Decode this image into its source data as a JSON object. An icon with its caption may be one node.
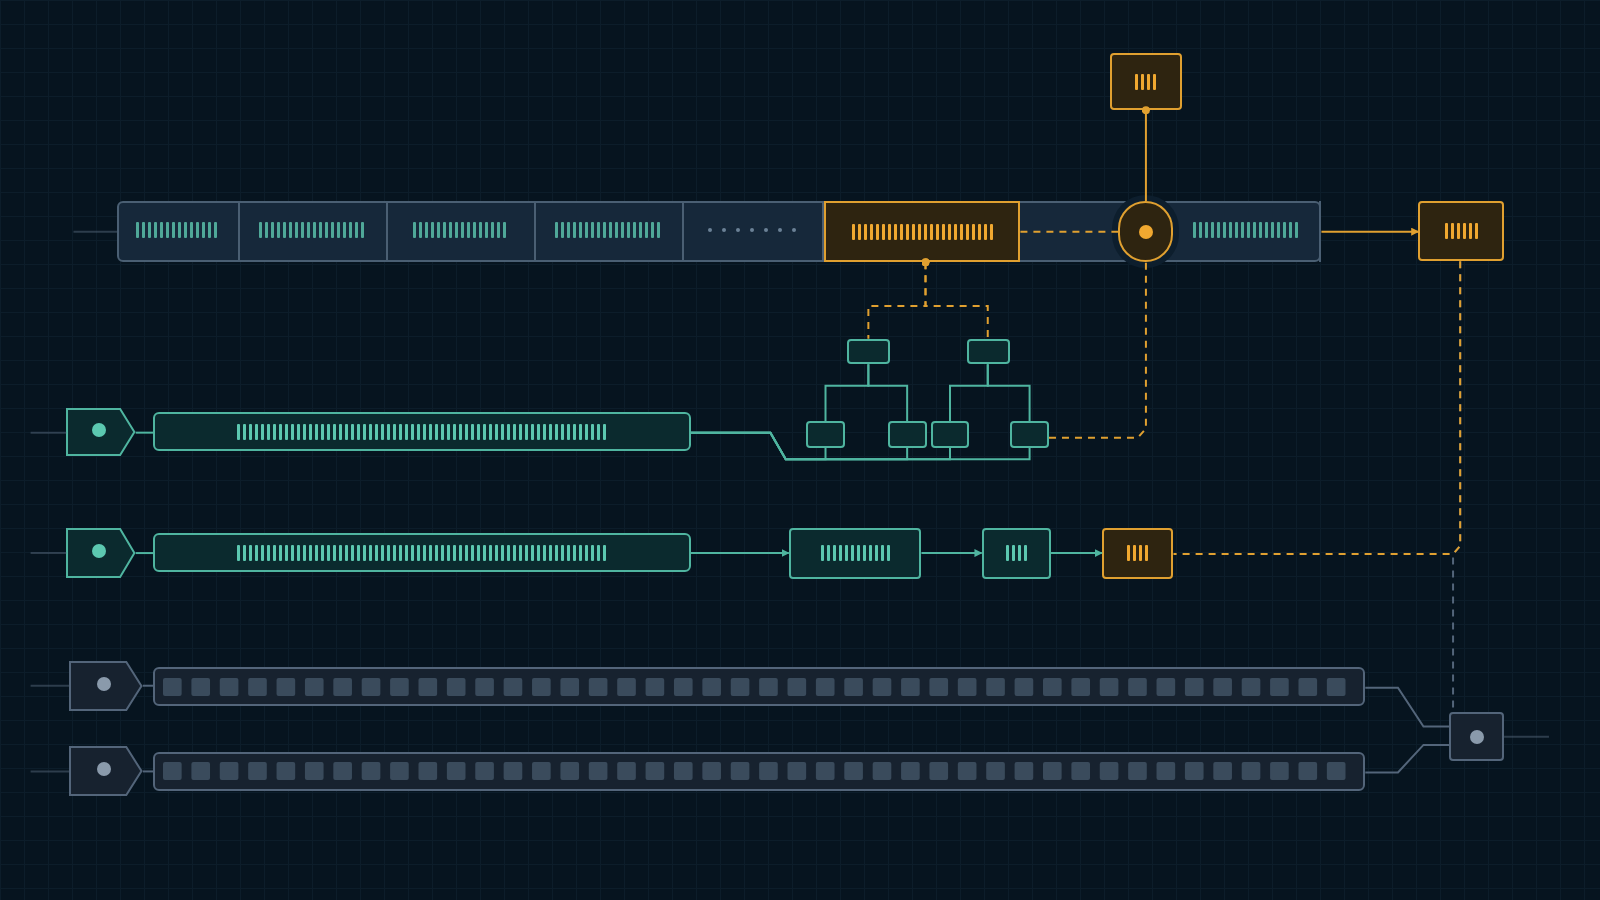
{
  "diagram": {
    "nodes": [
      {
        "text": [],
        "shape": "bar"
      },
      {
        "text": [],
        "shape": "box",
        "in": 0
      },
      {
        "text": [],
        "shape": "box",
        "in": 0
      },
      {
        "text": [],
        "shape": "box",
        "in": 0
      },
      {
        "text": [],
        "shape": "box",
        "in": 0
      },
      {
        "text": [],
        "shape": "box",
        "in": 0
      },
      {
        "text": [],
        "shape": "box",
        "in": 0
      },
      {
        "text": [],
        "shape": "box",
        "in": 0
      },
      {
        "text": [],
        "shape": "circle",
        "in": 0
      },
      {
        "text": [],
        "shape": "box"
      },
      {
        "text": [],
        "shape": "box"
      },
      {
        "text": [],
        "shape": "box"
      },
      {
        "text": [],
        "shape": "box"
      },
      {
        "text": [],
        "shape": "box"
      },
      {
        "text": [],
        "shape": "box"
      },
      {
        "text": [],
        "shape": "box"
      },
      {
        "text": [],
        "shape": "box"
      },
      {
        "text": [],
        "shape": "pentagon"
      },
      {
        "text": [],
        "shape": "bar"
      },
      {
        "text": [],
        "shape": "pentagon"
      },
      {
        "text": [],
        "shape": "bar"
      },
      {
        "text": [],
        "shape": "box"
      },
      {
        "text": [],
        "shape": "box"
      },
      {
        "text": [],
        "shape": "box"
      },
      {
        "text": [],
        "shape": "pentagon"
      },
      {
        "text": [],
        "shape": "bar"
      },
      {
        "text": [],
        "shape": "pentagon"
      },
      {
        "text": [],
        "shape": "bar"
      },
      {
        "text": [],
        "shape": "box"
      }
    ],
    "edges": [
      {
        "from": 6,
        "to": 11,
        "arrow": "other",
        "style": "dashed",
        "color": "#e0a030"
      },
      {
        "from": 6,
        "to": 12,
        "arrow": "other",
        "style": "dashed",
        "color": "#e0a030"
      },
      {
        "from": 11,
        "to": 13,
        "arrow": "none"
      },
      {
        "from": 11,
        "to": 14,
        "arrow": "none"
      },
      {
        "from": 12,
        "to": 15,
        "arrow": "none"
      },
      {
        "from": 12,
        "to": 16,
        "arrow": "none"
      },
      {
        "from": 18,
        "to": 13,
        "arrow": "none"
      },
      {
        "from": 18,
        "to": 14,
        "arrow": "none"
      },
      {
        "from": 18,
        "to": 15,
        "arrow": "none"
      },
      {
        "from": 18,
        "to": 16,
        "arrow": "none"
      },
      {
        "from": 16,
        "to": 8,
        "arrow": "none",
        "style": "dashed",
        "color": "#e0a030"
      },
      {
        "from": 6,
        "to": 8,
        "arrow": "none",
        "style": "dashed",
        "color": "#e0a030"
      },
      {
        "from": 9,
        "to": 8,
        "arrow": "other",
        "color": "#e0a030"
      },
      {
        "from": 0,
        "to": 10,
        "arrow": "to",
        "color": "#e0a030"
      },
      {
        "from": 10,
        "to": 28,
        "arrow": "none",
        "style": "dashed",
        "color": "#53657a"
      },
      {
        "from": 10,
        "to": 23,
        "arrow": "none",
        "style": "dashed",
        "color": "#e0a030"
      },
      {
        "from": 20,
        "to": 21,
        "arrow": "to"
      },
      {
        "from": 21,
        "to": 22,
        "arrow": "to"
      },
      {
        "from": 22,
        "to": 23,
        "arrow": "to"
      },
      {
        "from": 25,
        "to": 28,
        "arrow": "none",
        "color": "#53657a"
      },
      {
        "from": 27,
        "to": 28,
        "arrow": "none",
        "color": "#53657a"
      },
      {
        "from": 17,
        "to": 18,
        "arrow": "none"
      },
      {
        "from": 19,
        "to": 20,
        "arrow": "none"
      },
      {
        "from": 24,
        "to": 25,
        "arrow": "none",
        "color": "#53657a"
      },
      {
        "from": 26,
        "to": 27,
        "arrow": "none",
        "color": "#53657a"
      },
      {
        "from": null,
        "to": 0,
        "arrow": "none",
        "color": "#53657a"
      },
      {
        "from": null,
        "to": 17,
        "arrow": "none",
        "color": "#53657a"
      },
      {
        "from": null,
        "to": 19,
        "arrow": "none",
        "color": "#53657a"
      },
      {
        "from": null,
        "to": 24,
        "arrow": "none",
        "color": "#53657a"
      },
      {
        "from": null,
        "to": 26,
        "arrow": "none",
        "color": "#53657a"
      },
      {
        "from": 28,
        "to": null,
        "arrow": "none",
        "color": "#53657a"
      }
    ]
  }
}
